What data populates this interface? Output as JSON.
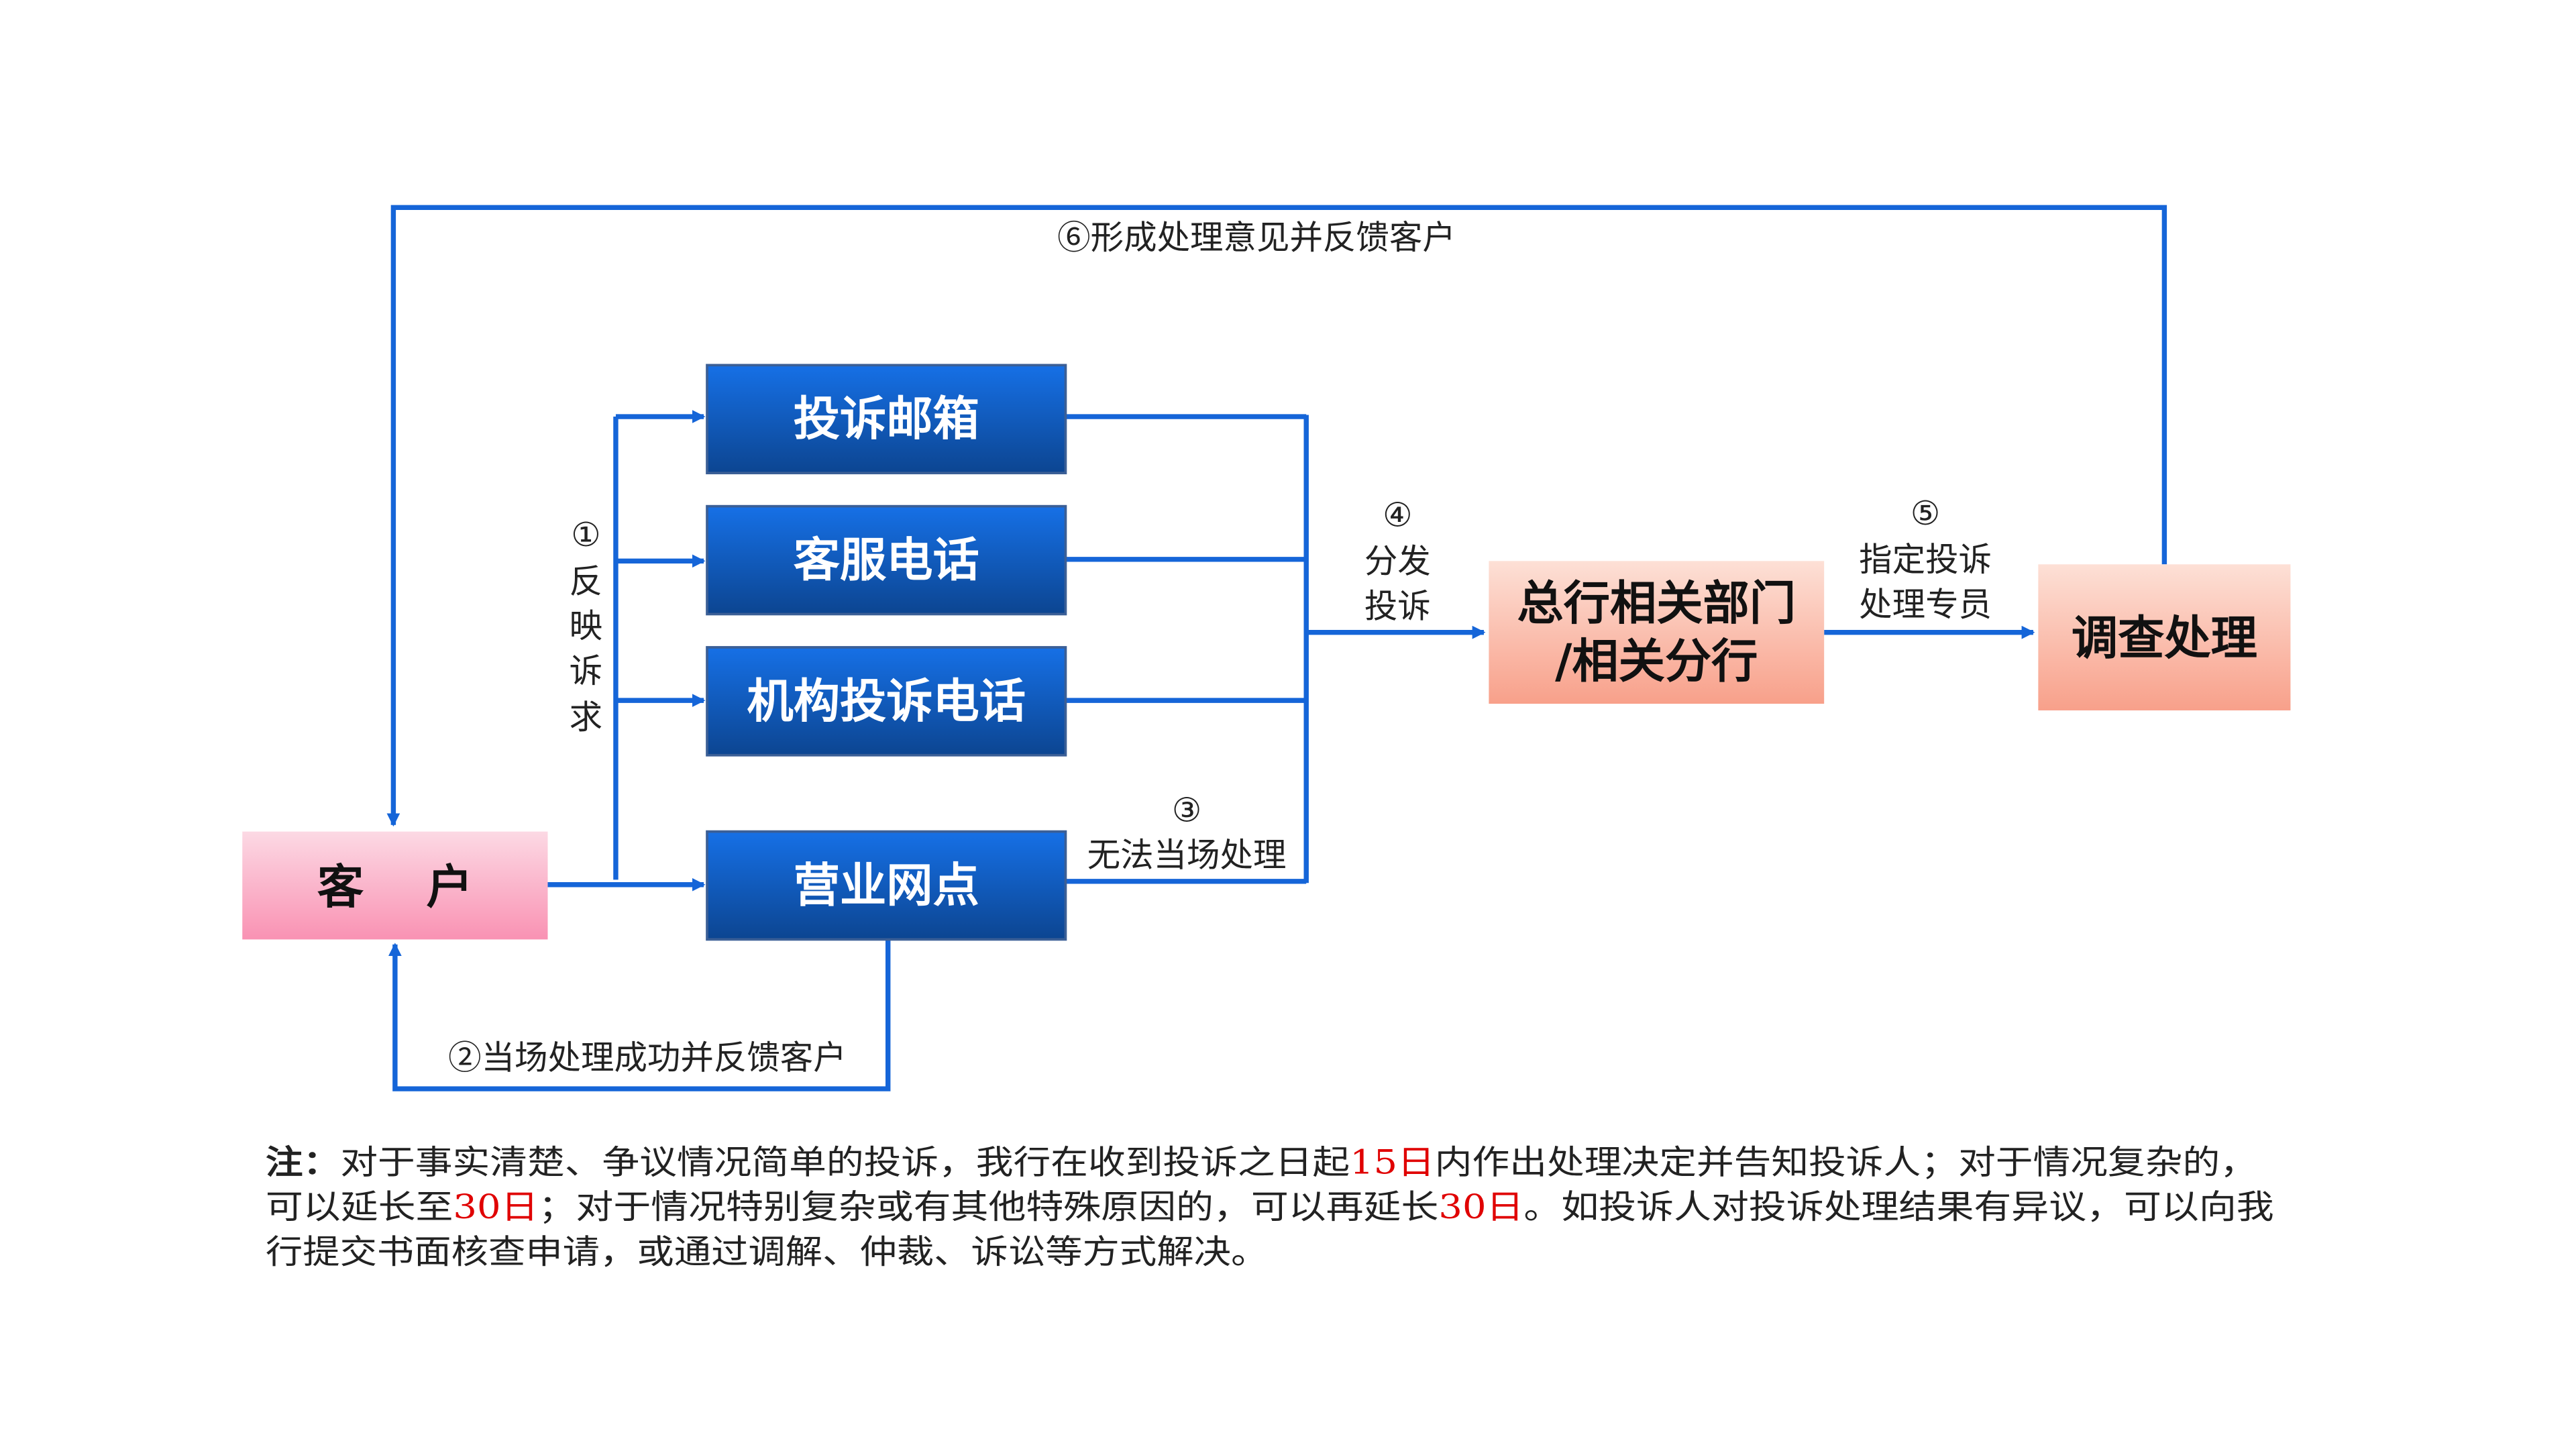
{
  "nodes": {
    "customer": "客　 户",
    "mailbox": "投诉邮箱",
    "service_phone": "客服电话",
    "branch_phone": "机构投诉电话",
    "outlet": "营业网点",
    "hq_line1": "总行相关部门",
    "hq_line2": "/相关分行",
    "investigate": "调查处理"
  },
  "steps": {
    "s1_num": "①",
    "s1_chars": [
      "反",
      "映",
      "诉",
      "求"
    ],
    "s2": "②当场处理成功并反馈客户",
    "s3_num": "③",
    "s3": "无法当场处理",
    "s4_num": "④",
    "s4_line1": "分发",
    "s4_line2": "投诉",
    "s5_num": "⑤",
    "s5_line1": "指定投诉",
    "s5_line2": "处理专员",
    "s6": "⑥形成处理意见并反馈客户"
  },
  "note": {
    "prefix": "注：",
    "l1a": "对于事实清楚、争议情况简单的投诉，我行在收到投诉之日起",
    "l1b": "15日",
    "l1c": "内作出处理决定并告知投诉人；对于情况复杂的，",
    "l2a": "可以延长至",
    "l2b": "30日",
    "l2c": "；对于情况特别复杂或有其他特殊原因的，可以再延长",
    "l2d": "30日",
    "l2e": "。如投诉人对投诉处理结果有异议，可以向我",
    "l3": "行提交书面核查申请，或通过调解、仲裁、诉讼等方式解决。"
  },
  "colors": {
    "line": "#1565d8",
    "box_blue": "#1466d6",
    "highlight": "#e00000"
  }
}
